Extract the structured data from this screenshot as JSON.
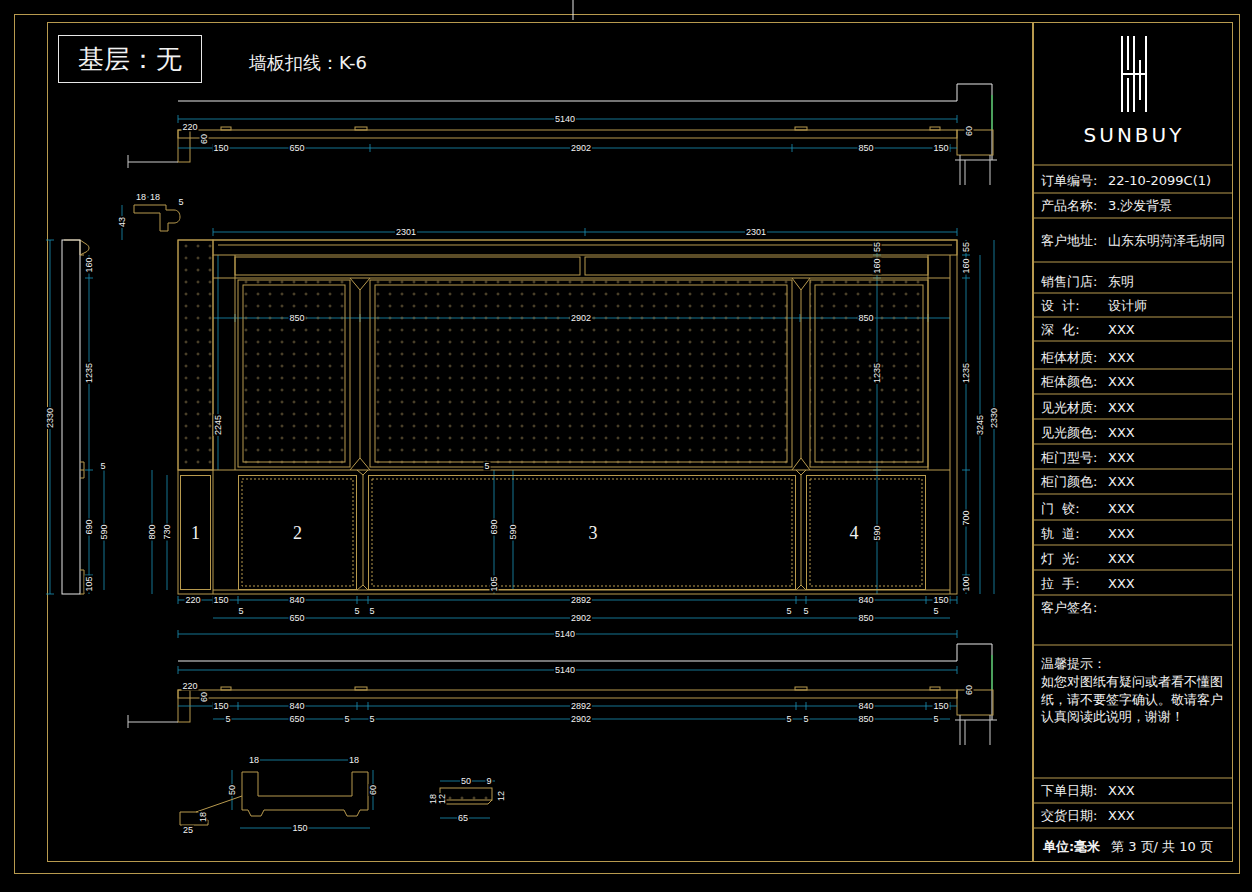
{
  "diagram": {
    "nodes": [
      {
        "text": [
          "基层：无"
        ]
      },
      {
        "text": [
          "1"
        ]
      },
      {
        "text": [
          "2"
        ]
      },
      {
        "text": [
          "3"
        ]
      },
      {
        "text": [
          "4"
        ]
      }
    ],
    "labels": [
      "墙板扣线：K-6",
      "5140",
      "220",
      "60",
      "150",
      "650",
      "2902",
      "850",
      "150",
      "60",
      "18",
      "18",
      "43",
      "5",
      "2301",
      "2301",
      "55",
      "160",
      "850",
      "2902",
      "850",
      "1235",
      "2245",
      "5",
      "690",
      "590",
      "105",
      "590",
      "800",
      "730",
      "55",
      "160",
      "1235",
      "700",
      "100",
      "3245",
      "2330",
      "220",
      "150",
      "840",
      "2892",
      "840",
      "150",
      "5",
      "5",
      "5",
      "5",
      "5",
      "5",
      "650",
      "2902",
      "850",
      "5140",
      "2330",
      "160",
      "1235",
      "5",
      "690",
      "590",
      "105",
      "5140",
      "220",
      "60",
      "150",
      "840",
      "2892",
      "840",
      "150",
      "5",
      "650",
      "5",
      "5",
      "2902",
      "5",
      "5",
      "850",
      "5",
      "60",
      "18",
      "18",
      "50",
      "60",
      "150",
      "25",
      "18",
      "50",
      "9",
      "18",
      "12",
      "12",
      "65",
      "SUNBUY",
      "订单编号:",
      "22-10-2099C(1)",
      "产品名称:",
      "3.沙发背景",
      "客户地址:",
      "山东东明菏泽毛胡同",
      "销售门店:",
      "东明",
      "设  计:",
      "设计师",
      "深  化:",
      "XXX",
      "柜体材质:",
      "XXX",
      "柜体颜色:",
      "XXX",
      "见光材质:",
      "XXX",
      "见光颜色:",
      "XXX",
      "柜门型号:",
      "XXX",
      "柜门颜色:",
      "XXX",
      "门  铰:",
      "XXX",
      "轨  道:",
      "XXX",
      "灯  光:",
      "XXX",
      "拉  手:",
      "XXX",
      "客户签名:",
      "温馨提示：",
      "如您对图纸有疑问或者看不懂图纸，请不要签字确认。敬请客户认真阅读此说明，谢谢！",
      "下单日期:",
      "XXX",
      "交货日期:",
      "XXX",
      "单位:毫米",
      "第 3 页/ 共 10 页"
    ]
  }
}
